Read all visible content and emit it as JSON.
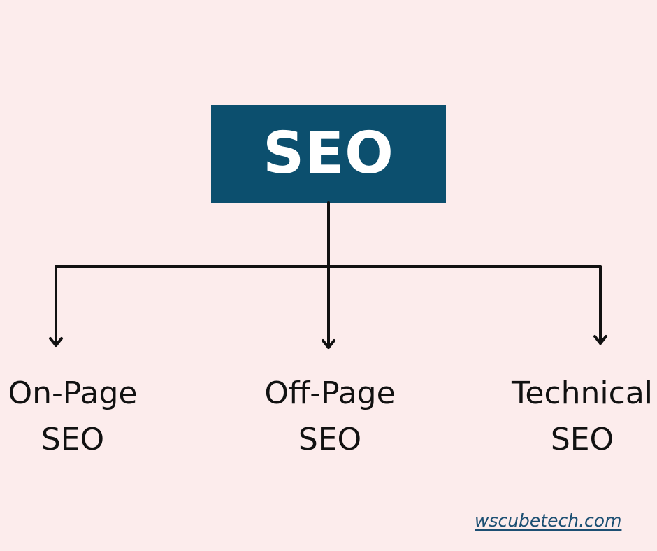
{
  "root": {
    "label": "SEO"
  },
  "children": [
    {
      "line1": "On-Page",
      "line2": "SEO"
    },
    {
      "line1": "Off-Page",
      "line2": "SEO"
    },
    {
      "line1": "Technical",
      "line2": "SEO"
    }
  ],
  "watermark": "wscubetech.com",
  "colors": {
    "background": "#fcecec",
    "root_fill": "#0c4f6e",
    "root_text": "#ffffff",
    "connector": "#111111",
    "watermark": "#1c4f73"
  }
}
